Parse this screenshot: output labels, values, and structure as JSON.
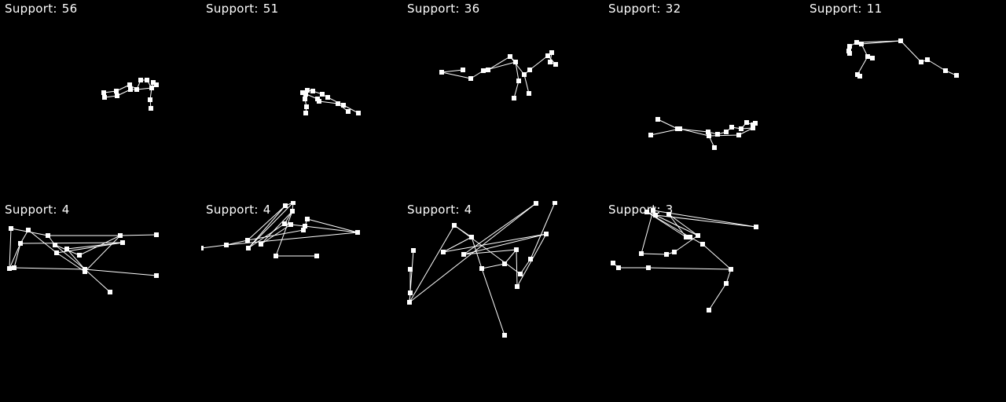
{
  "colors": {
    "background": "#000000",
    "foreground": "#ffffff"
  },
  "support_label": "Support:",
  "panels": [
    {
      "support": "56",
      "points": [
        [
          132,
          118
        ],
        [
          133,
          124
        ],
        [
          148,
          116
        ],
        [
          149,
          122
        ],
        [
          165,
          108
        ],
        [
          166,
          114
        ],
        [
          174,
          114
        ],
        [
          179,
          102
        ],
        [
          187,
          102
        ],
        [
          193,
          112
        ],
        [
          195,
          105
        ],
        [
          199,
          108
        ],
        [
          191,
          127
        ],
        [
          192,
          138
        ]
      ],
      "edges": [
        [
          0,
          2
        ],
        [
          2,
          4
        ],
        [
          4,
          6
        ],
        [
          6,
          7
        ],
        [
          7,
          8
        ],
        [
          8,
          9
        ],
        [
          9,
          10
        ],
        [
          10,
          11
        ],
        [
          11,
          9
        ],
        [
          1,
          3
        ],
        [
          3,
          5
        ],
        [
          5,
          6
        ],
        [
          6,
          9
        ],
        [
          9,
          12
        ],
        [
          12,
          13
        ]
      ]
    },
    {
      "support": "51",
      "points": [
        [
          133,
          120
        ],
        [
          129,
          118
        ],
        [
          135,
          115
        ],
        [
          142,
          116
        ],
        [
          132,
          126
        ],
        [
          134,
          136
        ],
        [
          133,
          144
        ],
        [
          148,
          126
        ],
        [
          150,
          129
        ],
        [
          154,
          120
        ],
        [
          161,
          124
        ],
        [
          174,
          132
        ],
        [
          181,
          134
        ],
        [
          187,
          142
        ],
        [
          200,
          144
        ]
      ],
      "edges": [
        [
          1,
          2
        ],
        [
          2,
          3
        ],
        [
          3,
          9
        ],
        [
          9,
          10
        ],
        [
          10,
          12
        ],
        [
          12,
          14
        ],
        [
          1,
          4
        ],
        [
          4,
          5
        ],
        [
          5,
          6
        ],
        [
          1,
          7
        ],
        [
          7,
          8
        ],
        [
          8,
          11
        ],
        [
          11,
          13
        ],
        [
          2,
          0
        ],
        [
          0,
          4
        ]
      ]
    },
    {
      "support": "36",
      "points": [
        [
          50,
          92
        ],
        [
          77,
          89
        ],
        [
          87,
          100
        ],
        [
          103,
          90
        ],
        [
          109,
          89
        ],
        [
          137,
          72
        ],
        [
          144,
          79
        ],
        [
          148,
          103
        ],
        [
          142,
          125
        ],
        [
          155,
          95
        ],
        [
          162,
          89
        ],
        [
          185,
          71
        ],
        [
          190,
          67
        ],
        [
          188,
          79
        ],
        [
          195,
          82
        ],
        [
          161,
          119
        ]
      ],
      "edges": [
        [
          0,
          1
        ],
        [
          0,
          2
        ],
        [
          2,
          3
        ],
        [
          3,
          4
        ],
        [
          4,
          5
        ],
        [
          5,
          6
        ],
        [
          6,
          7
        ],
        [
          7,
          8
        ],
        [
          6,
          3
        ],
        [
          5,
          9
        ],
        [
          9,
          10
        ],
        [
          10,
          11
        ],
        [
          11,
          12
        ],
        [
          12,
          13
        ],
        [
          13,
          14
        ],
        [
          14,
          11
        ],
        [
          9,
          15
        ]
      ]
    },
    {
      "support": "32",
      "points": [
        [
          69,
          152
        ],
        [
          60,
          172
        ],
        [
          94,
          164
        ],
        [
          97,
          164
        ],
        [
          133,
          168
        ],
        [
          134,
          173
        ],
        [
          145,
          171
        ],
        [
          141,
          188
        ],
        [
          156,
          168
        ],
        [
          163,
          162
        ],
        [
          172,
          172
        ],
        [
          175,
          164
        ],
        [
          182,
          156
        ],
        [
          190,
          159
        ],
        [
          190,
          163
        ],
        [
          193,
          157
        ]
      ],
      "edges": [
        [
          0,
          2
        ],
        [
          2,
          4
        ],
        [
          4,
          6
        ],
        [
          6,
          8
        ],
        [
          8,
          9
        ],
        [
          9,
          11
        ],
        [
          11,
          12
        ],
        [
          12,
          13
        ],
        [
          13,
          15
        ],
        [
          15,
          14
        ],
        [
          14,
          11
        ],
        [
          1,
          3
        ],
        [
          3,
          5
        ],
        [
          5,
          7
        ],
        [
          5,
          10
        ],
        [
          10,
          14
        ]
      ]
    },
    {
      "support": "11",
      "points": [
        [
          66,
          54
        ],
        [
          72,
          56
        ],
        [
          122,
          52
        ],
        [
          57,
          59
        ],
        [
          56,
          65
        ],
        [
          57,
          68
        ],
        [
          80,
          72
        ],
        [
          86,
          74
        ],
        [
          67,
          95
        ],
        [
          70,
          97
        ],
        [
          148,
          79
        ],
        [
          156,
          76
        ],
        [
          179,
          90
        ],
        [
          193,
          96
        ]
      ],
      "edges": [
        [
          0,
          1
        ],
        [
          1,
          2
        ],
        [
          0,
          3
        ],
        [
          3,
          4
        ],
        [
          4,
          5
        ],
        [
          1,
          6
        ],
        [
          6,
          7
        ],
        [
          6,
          8
        ],
        [
          8,
          9
        ],
        [
          2,
          10
        ],
        [
          10,
          11
        ],
        [
          11,
          12
        ],
        [
          12,
          13
        ],
        [
          0,
          2
        ]
      ]
    },
    {
      "support": "4",
      "points": [
        [
          14,
          291
        ],
        [
          36,
          293
        ],
        [
          61,
          300
        ],
        [
          153,
          300
        ],
        [
          199,
          299
        ],
        [
          26,
          310
        ],
        [
          70,
          312
        ],
        [
          72,
          322
        ],
        [
          85,
          317
        ],
        [
          101,
          325
        ],
        [
          156,
          309
        ],
        [
          12,
          342
        ],
        [
          18,
          341
        ],
        [
          108,
          343
        ],
        [
          108,
          346
        ],
        [
          199,
          351
        ],
        [
          140,
          372
        ]
      ],
      "edges": [
        [
          0,
          2
        ],
        [
          2,
          6
        ],
        [
          6,
          9
        ],
        [
          9,
          3
        ],
        [
          3,
          4
        ],
        [
          0,
          11
        ],
        [
          11,
          5
        ],
        [
          5,
          12
        ],
        [
          12,
          13
        ],
        [
          13,
          15
        ],
        [
          1,
          5
        ],
        [
          5,
          10
        ],
        [
          10,
          8
        ],
        [
          8,
          13
        ],
        [
          13,
          16
        ],
        [
          1,
          7
        ],
        [
          7,
          14
        ],
        [
          14,
          3
        ],
        [
          7,
          10
        ],
        [
          6,
          13
        ],
        [
          2,
          3
        ]
      ]
    },
    {
      "support": "4",
      "points": [
        [
          0,
          316
        ],
        [
          32,
          312
        ],
        [
          59,
          306
        ],
        [
          60,
          316
        ],
        [
          76,
          311
        ],
        [
          107,
          262
        ],
        [
          117,
          258
        ],
        [
          116,
          269
        ],
        [
          106,
          285
        ],
        [
          114,
          286
        ],
        [
          130,
          293
        ],
        [
          135,
          279
        ],
        [
          132,
          288
        ],
        [
          199,
          296
        ],
        [
          95,
          326
        ],
        [
          147,
          326
        ]
      ],
      "edges": [
        [
          0,
          1
        ],
        [
          1,
          2
        ],
        [
          2,
          5
        ],
        [
          5,
          6
        ],
        [
          6,
          7
        ],
        [
          7,
          8
        ],
        [
          8,
          9
        ],
        [
          9,
          13
        ],
        [
          13,
          11
        ],
        [
          11,
          12
        ],
        [
          12,
          10
        ],
        [
          10,
          2
        ],
        [
          3,
          5
        ],
        [
          3,
          8
        ],
        [
          4,
          9
        ],
        [
          4,
          7
        ],
        [
          7,
          14
        ],
        [
          14,
          15
        ],
        [
          1,
          13
        ],
        [
          6,
          3
        ]
      ]
    },
    {
      "support": "4",
      "points": [
        [
          14,
          319
        ],
        [
          10,
          343
        ],
        [
          10,
          373
        ],
        [
          9,
          385
        ],
        [
          66,
          287
        ],
        [
          88,
          302
        ],
        [
          52,
          321
        ],
        [
          78,
          324
        ],
        [
          101,
          342
        ],
        [
          130,
          336
        ],
        [
          145,
          318
        ],
        [
          170,
          259
        ],
        [
          183,
          298
        ],
        [
          194,
          258
        ],
        [
          146,
          365
        ],
        [
          130,
          427
        ],
        [
          150,
          349
        ],
        [
          163,
          330
        ]
      ],
      "edges": [
        [
          0,
          3
        ],
        [
          1,
          2
        ],
        [
          2,
          3
        ],
        [
          3,
          4
        ],
        [
          4,
          5
        ],
        [
          5,
          6
        ],
        [
          6,
          12
        ],
        [
          12,
          7
        ],
        [
          7,
          10
        ],
        [
          10,
          9
        ],
        [
          9,
          8
        ],
        [
          8,
          15
        ],
        [
          8,
          5
        ],
        [
          4,
          16
        ],
        [
          16,
          17
        ],
        [
          17,
          13
        ],
        [
          3,
          11
        ],
        [
          11,
          7
        ],
        [
          12,
          14
        ],
        [
          14,
          10
        ]
      ]
    },
    {
      "support": "3",
      "points": [
        [
          55,
          270
        ],
        [
          63,
          268
        ],
        [
          66,
          274
        ],
        [
          83,
          273
        ],
        [
          110,
          302
        ],
        [
          120,
          300
        ],
        [
          126,
          311
        ],
        [
          105,
          302
        ],
        [
          90,
          321
        ],
        [
          80,
          324
        ],
        [
          48,
          323
        ],
        [
          12,
          335
        ],
        [
          19,
          341
        ],
        [
          57,
          341
        ],
        [
          162,
          343
        ],
        [
          156,
          361
        ],
        [
          134,
          395
        ],
        [
          194,
          289
        ]
      ],
      "edges": [
        [
          0,
          4
        ],
        [
          4,
          6
        ],
        [
          1,
          17
        ],
        [
          17,
          2
        ],
        [
          2,
          5
        ],
        [
          5,
          8
        ],
        [
          8,
          9
        ],
        [
          9,
          10
        ],
        [
          10,
          1
        ],
        [
          3,
          7
        ],
        [
          7,
          0
        ],
        [
          11,
          12
        ],
        [
          12,
          13
        ],
        [
          13,
          14
        ],
        [
          14,
          15
        ],
        [
          15,
          16
        ],
        [
          14,
          6
        ],
        [
          3,
          5
        ],
        [
          0,
          2
        ]
      ]
    }
  ]
}
